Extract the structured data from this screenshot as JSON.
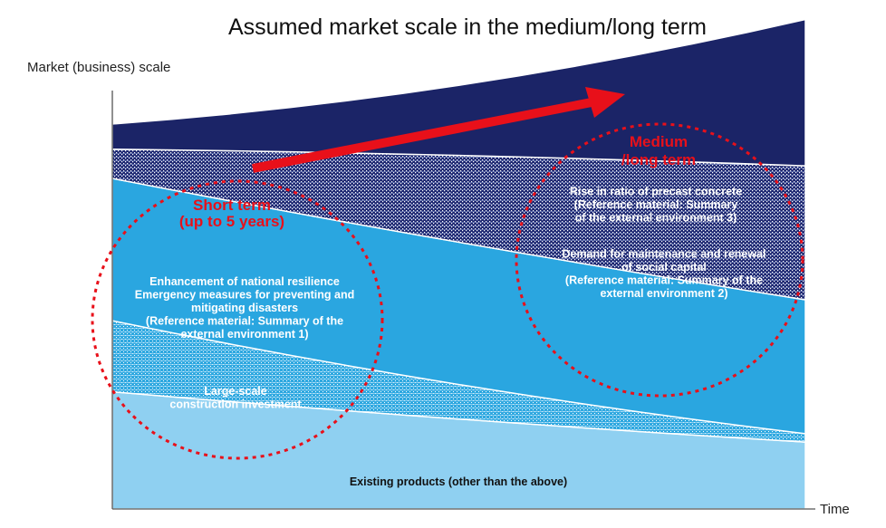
{
  "chart_data": {
    "type": "area",
    "title": "Assumed market scale in the medium/long term",
    "ylabel": "Market (business) scale",
    "xlabel": "Time",
    "stacked": true,
    "x": [
      0,
      0.5,
      1
    ],
    "grid": false,
    "series": [
      {
        "name": "Existing products (other than the above)",
        "label_lines": [
          "Existing products (other than the above)"
        ],
        "fill": "#8fd0f1",
        "pattern": false,
        "label_color": "#111111",
        "values": [
          0.28,
          0.21,
          0.16
        ]
      },
      {
        "name": "Large-scale construction investment",
        "label_lines": [
          "Large-scale",
          "construction investment"
        ],
        "fill": "#2fa8e0",
        "pattern": true,
        "label_color": "#ffffff",
        "values": [
          0.17,
          0.07,
          0.02
        ]
      },
      {
        "name": "Enhancement of national resilience / Emergency measures",
        "label_lines": [
          "Enhancement of national resilience",
          "Emergency measures for preventing and",
          "mitigating disasters",
          "(Reference material: Summary of the",
          "external environment 1)"
        ],
        "fill": "#2aa6e0",
        "pattern": false,
        "label_color": "#ffffff",
        "values": [
          0.34,
          0.35,
          0.32
        ]
      },
      {
        "name": "Demand for maintenance and renewal of social capital",
        "label_lines": [
          "Demand for maintenance and renewal",
          "of social capital",
          "(Reference material: Summary of the",
          "external environment 2)"
        ],
        "fill": "#1c2670",
        "pattern": true,
        "label_color": "#ffffff",
        "values": [
          0.07,
          0.22,
          0.32
        ]
      },
      {
        "name": "Rise in ratio of precast concrete",
        "label_lines": [
          "Rise in ratio of precast concrete",
          "(Reference material: Summary",
          "of the external environment 3)"
        ],
        "fill": "#1b2467",
        "pattern": false,
        "label_color": "#ffffff",
        "values": [
          0.06,
          0.13,
          0.35
        ]
      }
    ],
    "annotations": [
      {
        "name": "short-term",
        "lines": [
          "Short term",
          "(up to 5 years)"
        ],
        "color": "#e8101a"
      },
      {
        "name": "medium-long-term",
        "lines": [
          "Medium",
          "/long term"
        ],
        "color": "#e8101a"
      }
    ],
    "arrow_color": "#e8101a"
  }
}
